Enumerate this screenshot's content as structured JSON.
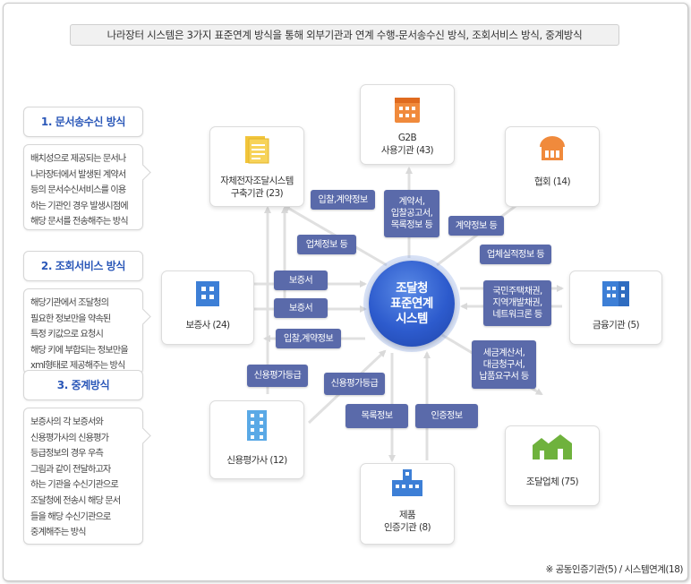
{
  "header": {
    "title": "나라장터 시스템은 3가지 표준연계 방식을 통해 외부기관과 연계 수행-문서송수신 방식, 조회서비스 방식, 중계방식"
  },
  "methods": [
    {
      "title": "1. 문서송수신 방식",
      "body": "배치성으로 제공되는 문서나\n나라장터에서 발생된 계약서\n등의 문서수신서비스를 이용\n하는 기관인 경우 발생시점에\n해당 문서를 전송해주는 방식"
    },
    {
      "title": "2. 조회서비스 방식",
      "body": "해당기관에서 조달청의\n필요한 정보만을 약속된\n특정 키값으로 요청시\n해당 키에 부합되는 정보만을\nxml형태로 제공해주는 방식"
    },
    {
      "title": "3. 중계방식",
      "body": "보증사의 각 보증서와\n신용평가사의 신용평가\n등급정보의 경우 우측\n그림과 같이 전달하고자\n하는 기관을 수신기관으로\n조달청에 전송시 해당 문서\n들을  해당 수신기관으로\n중계해주는 방식"
    }
  ],
  "center": {
    "label": "조달청\n표준연계\n시스템"
  },
  "nodes": {
    "g2b": "G2B\n사용기관 (43)",
    "self_built": "자체전자조달시스템\n구축기관 (23)",
    "association": "협회 (14)",
    "guarantee": "보증사 (24)",
    "finance": "금융기관 (5)",
    "credit": "신용평가사 (12)",
    "cert": "제품\n인증기관 (8)",
    "supplier": "조달업체 (75)"
  },
  "tags": {
    "bid_contract_top": "입찰,계약정보",
    "contract_docs": "계약서,\n입찰공고서,\n목록정보 등",
    "contract_info": "계약정보 등",
    "business_info": "업체정보 등",
    "perf_info": "업체실적정보 등",
    "guarantee1": "보증서",
    "guarantee2": "보증서",
    "bonds": "국민주택채권,\n지역개발채권,\n네트워크론 등",
    "bid_contract_mid": "입찰,계약정보",
    "credit_grade_left": "신용평가등급",
    "credit_grade_mid": "신용평가등급",
    "tax_docs": "세금계산서,\n대금청구서,\n납품요구서 등",
    "catalog_info": "목록정보",
    "cert_info": "인증정보"
  },
  "icons": {
    "g2b": "calendar-icon",
    "self_built": "document-icon",
    "association": "building-dome-icon",
    "guarantee": "building-icon",
    "finance": "bank-building-icon",
    "credit": "tower-building-icon",
    "cert": "factory-icon",
    "supplier": "houses-icon"
  },
  "colors": {
    "accent_blue": "#2a57b8",
    "tag_bg": "#5a6aaa",
    "icon_orange": "#f08a3c",
    "icon_yellow": "#f2c53b",
    "icon_blue": "#3d7fd6",
    "icon_sky": "#5aa9e6",
    "icon_green": "#6fb23d"
  },
  "footnote": "※ 공동인증기관(5) / 시스템연계(18)"
}
